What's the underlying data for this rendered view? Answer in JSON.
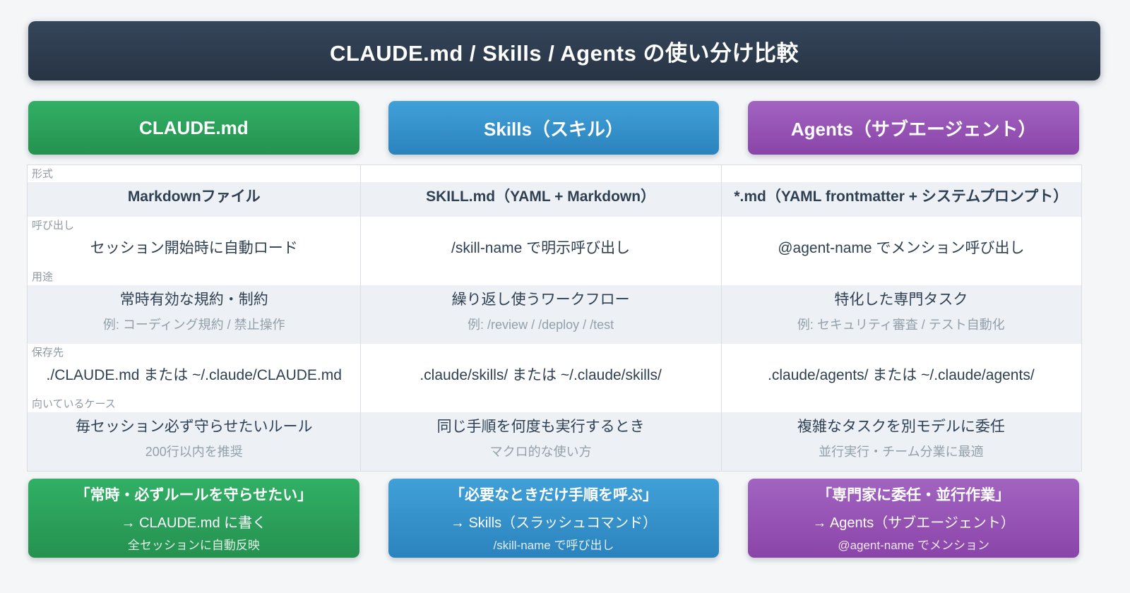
{
  "title": {
    "text": "CLAUDE.md / Skills / Agents の使い分け比較"
  },
  "headers": [
    {
      "label": "CLAUDE.md"
    },
    {
      "label": "Skills（スキル）"
    },
    {
      "label": "Agents（サブエージェント）"
    }
  ],
  "table": {
    "rows": [
      {
        "label": "形式",
        "cells": [
          {
            "main": "Markdownファイル"
          },
          {
            "main": "SKILL.md（YAML + Markdown）"
          },
          {
            "main": "*.md（YAML frontmatter + システムプロンプト）"
          }
        ]
      },
      {
        "label": "呼び出し",
        "cells": [
          {
            "main": "セッション開始時に自動ロード"
          },
          {
            "main": "/skill-name で明示呼び出し"
          },
          {
            "main": "@agent-name でメンション呼び出し"
          }
        ]
      },
      {
        "label": "用途",
        "cells": [
          {
            "main": "常時有効な規約・制約",
            "sub": "例: コーディング規約 / 禁止操作"
          },
          {
            "main": "繰り返し使うワークフロー",
            "sub": "例: /review / /deploy / /test"
          },
          {
            "main": "特化した専門タスク",
            "sub": "例: セキュリティ審査 / テスト自動化"
          }
        ]
      },
      {
        "label": "保存先",
        "cells": [
          {
            "main": "./CLAUDE.md または ~/.claude/CLAUDE.md"
          },
          {
            "main": ".claude/skills/ または ~/.claude/skills/"
          },
          {
            "main": ".claude/agents/ または ~/.claude/agents/"
          }
        ]
      },
      {
        "label": "向いているケース",
        "cells": [
          {
            "main": "毎セッション必ず守らせたいルール",
            "sub": "200行以内を推奨"
          },
          {
            "main": "同じ手順を何度も実行するとき",
            "sub": "マクロ的な使い方"
          },
          {
            "main": "複雑なタスクを別モデルに委任",
            "sub": "並行実行・チーム分業に最適"
          }
        ]
      }
    ]
  },
  "cards": [
    {
      "title": "「常時・必ずルールを守らせたい」",
      "action": "→ CLAUDE.md に書く",
      "note": "全セッションに自動反映"
    },
    {
      "title": "「必要なときだけ手順を呼ぶ」",
      "action": "→ Skills（スラッシュコマンド）",
      "note": "/skill-name で呼び出し"
    },
    {
      "title": "「専門家に委任・並行作業」",
      "action": "→ Agents（サブエージェント）",
      "note": "@agent-name でメンション"
    }
  ],
  "colors": {
    "claude_green": "#27ae60",
    "skills_blue": "#3498db",
    "agents_purple": "#9b59b6",
    "title_bg": "#2c3a4d",
    "text_dark": "#2f4052",
    "text_muted": "#93a0aa",
    "row_stripe": "#edf1f6",
    "table_border": "#d9dee5"
  }
}
